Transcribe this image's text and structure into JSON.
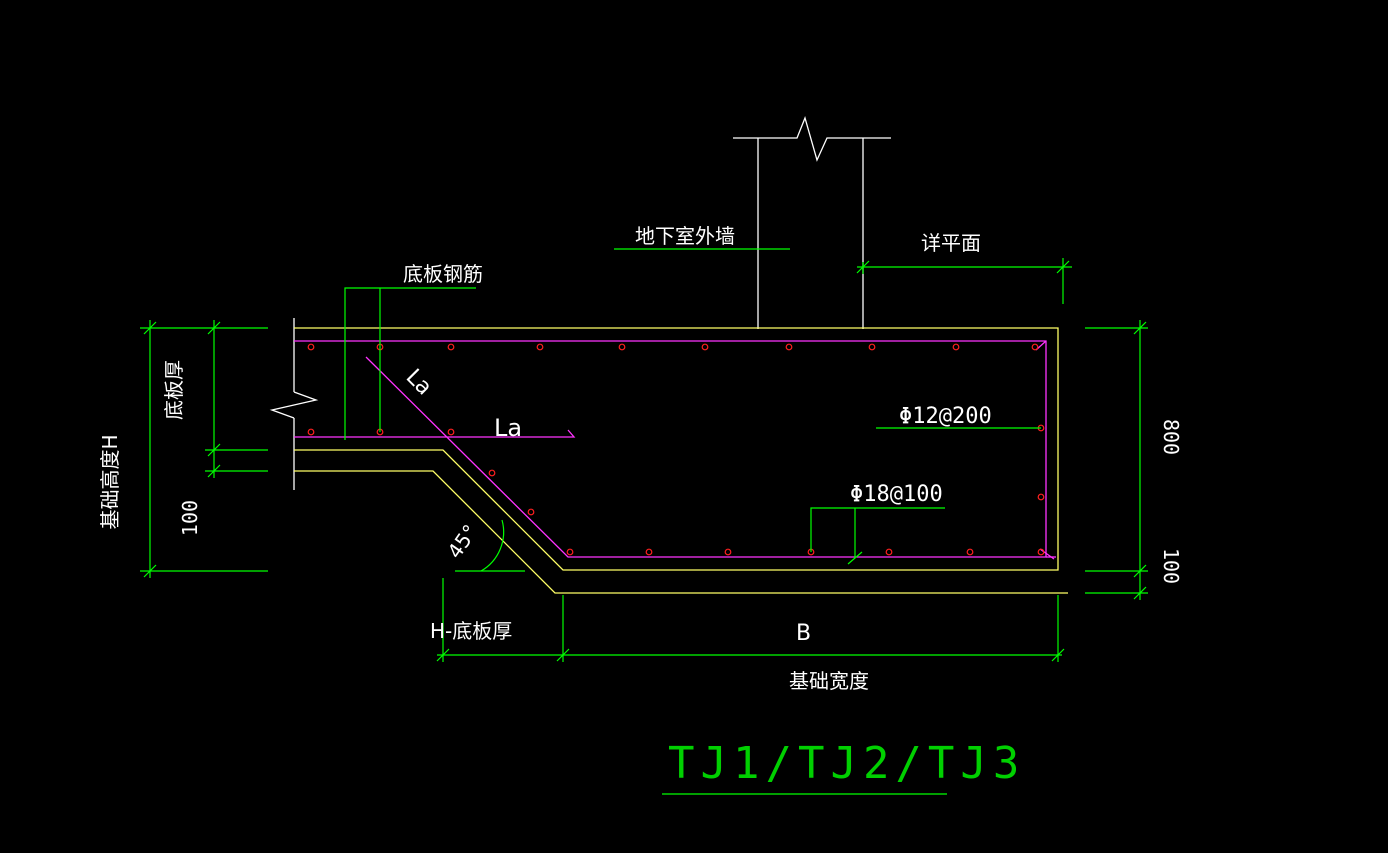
{
  "labels": {
    "wall": "地下室外墙",
    "detail_plan": "详平面",
    "slab_rebar": "底板钢筋",
    "slab_thickness": "底板厚",
    "foundation_height": "基础高度H",
    "dim_100_left": "100",
    "la_slanted": "La",
    "la_horizontal": "La",
    "rebar_top": "Φ12@200",
    "rebar_bottom": "Φ18@100",
    "angle": "45°",
    "dim_800": "800",
    "dim_100_right": "100",
    "h_minus_slab": "H-底板厚",
    "b_label": "B",
    "foundation_width": "基础宽度",
    "title": "TJ1/TJ2/TJ3"
  },
  "colors": {
    "background": "#000000",
    "concrete_outline": "#ffff66",
    "rebar": "#ff33ff",
    "rebar_dots": "#ff2020",
    "dimension": "#00ff00",
    "text": "#ffffff",
    "title": "#00d000",
    "wall_lines": "#ffffff"
  }
}
